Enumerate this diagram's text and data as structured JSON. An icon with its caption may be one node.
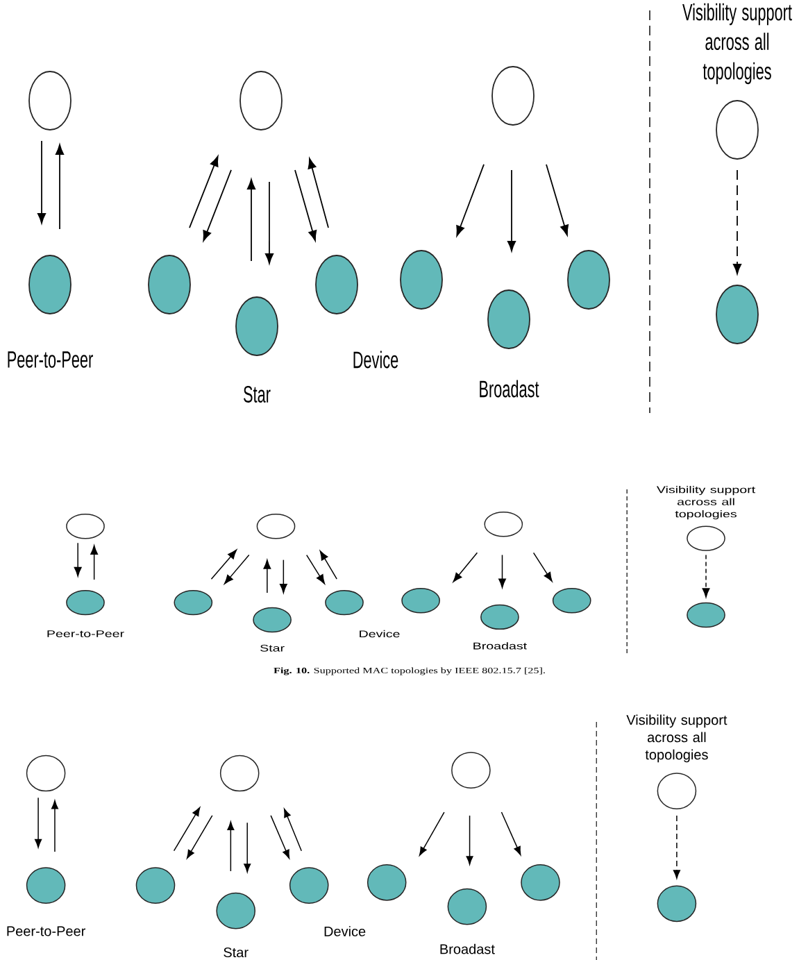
{
  "diagram": {
    "caption": "**Fig. 10.** Supported MAC topologies by IEEE 802.15.7 [25].",
    "nodes": [
      {
        "text": [],
        "shape": "ellipse"
      },
      {
        "text": [],
        "shape": "ellipse"
      },
      {
        "text": [],
        "shape": "ellipse"
      },
      {
        "text": [],
        "shape": "ellipse"
      },
      {
        "text": [],
        "shape": "ellipse"
      },
      {
        "text": [],
        "shape": "ellipse"
      },
      {
        "text": [],
        "shape": "ellipse"
      },
      {
        "text": [],
        "shape": "ellipse"
      },
      {
        "text": [],
        "shape": "ellipse"
      },
      {
        "text": [],
        "shape": "ellipse"
      },
      {
        "text": [],
        "shape": "ellipse"
      },
      {
        "text": [],
        "shape": "ellipse"
      },
      {
        "text": [],
        "shape": "ellipse"
      },
      {
        "text": [],
        "shape": "ellipse"
      },
      {
        "text": [],
        "shape": "ellipse"
      },
      {
        "text": [],
        "shape": "ellipse"
      },
      {
        "text": [],
        "shape": "ellipse"
      },
      {
        "text": [],
        "shape": "ellipse"
      },
      {
        "text": [],
        "shape": "ellipse"
      },
      {
        "text": [],
        "shape": "ellipse"
      },
      {
        "text": [],
        "shape": "ellipse"
      },
      {
        "text": [],
        "shape": "ellipse"
      },
      {
        "text": [],
        "shape": "ellipse"
      },
      {
        "text": [],
        "shape": "ellipse"
      },
      {
        "text": [],
        "shape": "ellipse"
      },
      {
        "text": [],
        "shape": "ellipse"
      },
      {
        "text": [],
        "shape": "ellipse"
      },
      {
        "text": [],
        "shape": "ellipse"
      },
      {
        "text": [],
        "shape": "ellipse"
      },
      {
        "text": [],
        "shape": "ellipse"
      },
      {
        "text": [],
        "shape": "ellipse"
      },
      {
        "text": [],
        "shape": "ellipse"
      },
      {
        "text": [],
        "shape": "ellipse"
      },
      {
        "text": [],
        "shape": "ellipse"
      },
      {
        "text": [],
        "shape": "ellipse"
      },
      {
        "text": [],
        "shape": "ellipse"
      }
    ],
    "edges": [
      {
        "from": 0,
        "to": 1,
        "arrow": "to"
      },
      {
        "from": 1,
        "to": 0,
        "arrow": "to"
      },
      {
        "from": 3,
        "to": 2,
        "arrow": "to"
      },
      {
        "from": 2,
        "to": 3,
        "arrow": "to"
      },
      {
        "from": 4,
        "to": 2,
        "arrow": "to"
      },
      {
        "from": 2,
        "to": 4,
        "arrow": "to"
      },
      {
        "from": 2,
        "to": 5,
        "arrow": "to"
      },
      {
        "from": 5,
        "to": 2,
        "arrow": "to"
      },
      {
        "from": 6,
        "to": 7,
        "arrow": "to"
      },
      {
        "from": 6,
        "to": 8,
        "arrow": "to"
      },
      {
        "from": 6,
        "to": 9,
        "arrow": "to"
      },
      {
        "from": 10,
        "to": 11,
        "arrow": "to",
        "style": "dashed"
      },
      {
        "from": 12,
        "to": 13,
        "arrow": "to"
      },
      {
        "from": 13,
        "to": 12,
        "arrow": "to"
      },
      {
        "from": 15,
        "to": 14,
        "arrow": "to"
      },
      {
        "from": 14,
        "to": 15,
        "arrow": "to"
      },
      {
        "from": 16,
        "to": 14,
        "arrow": "to"
      },
      {
        "from": 14,
        "to": 16,
        "arrow": "to"
      },
      {
        "from": 14,
        "to": 17,
        "arrow": "to"
      },
      {
        "from": 17,
        "to": 14,
        "arrow": "to"
      },
      {
        "from": 18,
        "to": 19,
        "arrow": "to"
      },
      {
        "from": 18,
        "to": 20,
        "arrow": "to"
      },
      {
        "from": 18,
        "to": 21,
        "arrow": "to"
      },
      {
        "from": 22,
        "to": 23,
        "arrow": "to",
        "style": "dashed"
      },
      {
        "from": 24,
        "to": 25,
        "arrow": "to"
      },
      {
        "from": 25,
        "to": 24,
        "arrow": "to"
      },
      {
        "from": 27,
        "to": 26,
        "arrow": "to"
      },
      {
        "from": 26,
        "to": 27,
        "arrow": "to"
      },
      {
        "from": 28,
        "to": 26,
        "arrow": "to"
      },
      {
        "from": 26,
        "to": 28,
        "arrow": "to"
      },
      {
        "from": 26,
        "to": 29,
        "arrow": "to"
      },
      {
        "from": 29,
        "to": 26,
        "arrow": "to"
      },
      {
        "from": 30,
        "to": 31,
        "arrow": "to"
      },
      {
        "from": 30,
        "to": 32,
        "arrow": "to"
      },
      {
        "from": 30,
        "to": 33,
        "arrow": "to"
      },
      {
        "from": 34,
        "to": 35,
        "arrow": "to",
        "style": "dashed"
      }
    ],
    "labels": [
      "Visibility support across all topologies",
      "Peer-to-Peer",
      "Device",
      "Star",
      "Broadast",
      "Visibility support across all topologies",
      "Peer-to-Peer",
      "Device",
      "Star",
      "Broadast",
      "Visibility support across all topologies",
      "Peer-to-Peer",
      "Device",
      "Star",
      "Broadast"
    ]
  }
}
